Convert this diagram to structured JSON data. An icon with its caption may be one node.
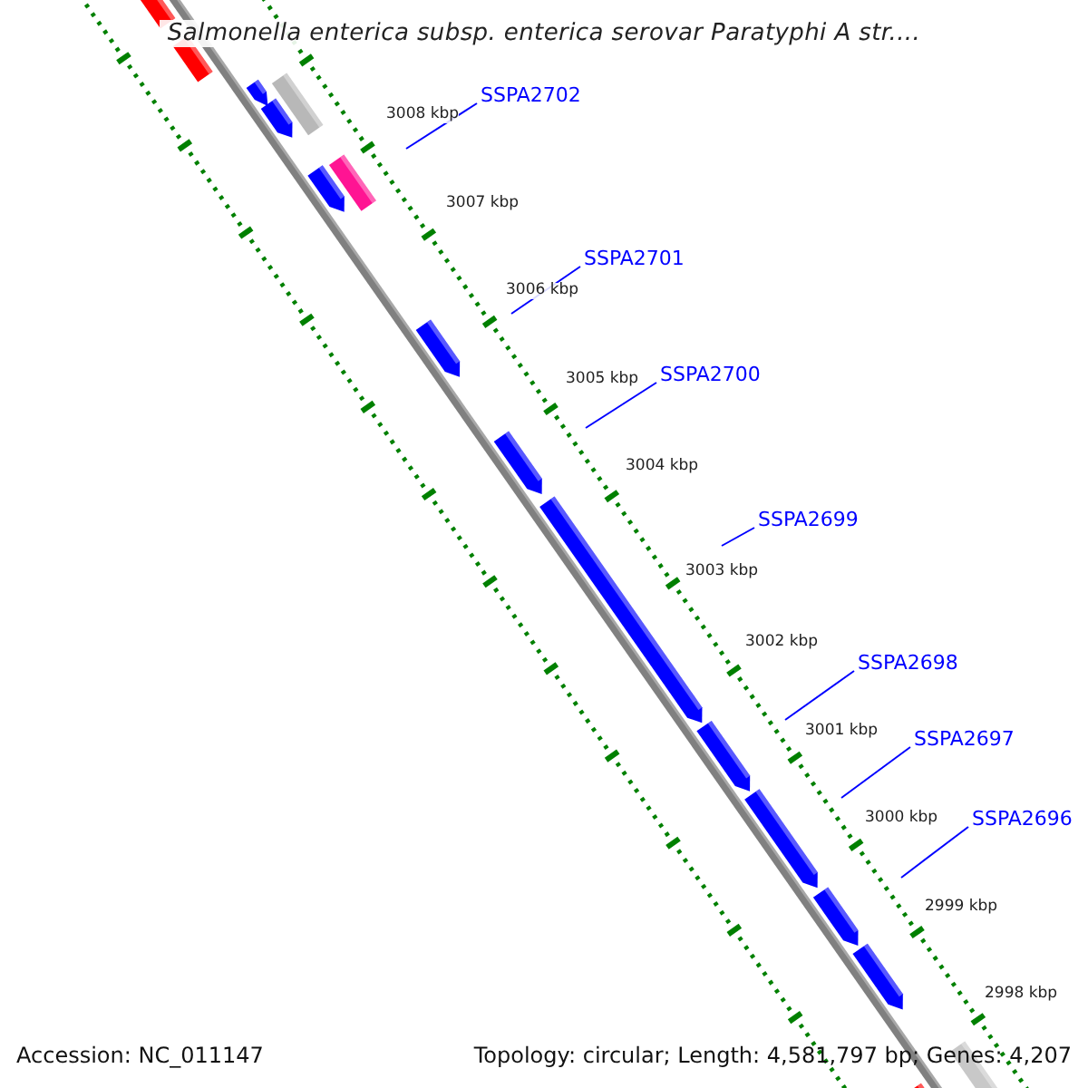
{
  "diagram": {
    "title": "Salmonella enterica subsp. enterica serovar Paratyphi A str....",
    "nodes": [
      {
        "text": [
          "SSPA2702"
        ]
      },
      {
        "text": [
          "SSPA2701"
        ]
      },
      {
        "text": [
          "SSPA2700"
        ]
      },
      {
        "text": [
          "SSPA2699"
        ]
      },
      {
        "text": [
          "SSPA2698"
        ]
      },
      {
        "text": [
          "SSPA2697"
        ]
      },
      {
        "text": [
          "SSPA2696"
        ]
      }
    ],
    "edges": [
      {
        "from": 0,
        "to": null,
        "arrow": "none"
      },
      {
        "from": 1,
        "to": null,
        "arrow": "none"
      },
      {
        "from": 2,
        "to": null,
        "arrow": "none"
      },
      {
        "from": 3,
        "to": null,
        "arrow": "none"
      },
      {
        "from": 4,
        "to": null,
        "arrow": "none"
      },
      {
        "from": 5,
        "to": null,
        "arrow": "none"
      },
      {
        "from": 6,
        "to": null,
        "arrow": "none"
      }
    ],
    "labels": [
      "3008 kbp",
      "3007 kbp",
      "3006 kbp",
      "3005 kbp",
      "3004 kbp",
      "3003 kbp",
      "3002 kbp",
      "3001 kbp",
      "3000 kbp",
      "2999 kbp",
      "2998 kbp",
      "Accession: NC_011147",
      "Topology: circular; Length: 4,581,797 bp; Genes: 4,207"
    ]
  }
}
